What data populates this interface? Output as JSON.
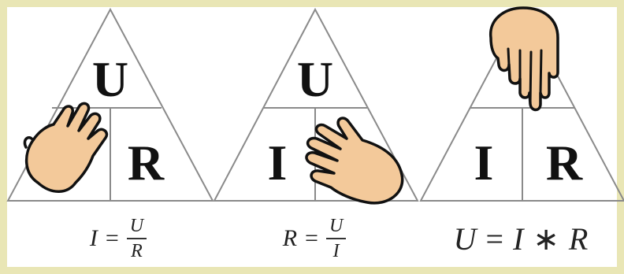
{
  "triangles": [
    {
      "top": "U",
      "left": "",
      "right": "R",
      "covered": "I"
    },
    {
      "top": "U",
      "left": "I",
      "right": "",
      "covered": "R"
    },
    {
      "top": "",
      "left": "I",
      "right": "R",
      "covered": "U"
    }
  ],
  "formulas": {
    "f1": {
      "lhs": "I",
      "eq": "=",
      "num": "U",
      "den": "R"
    },
    "f2": {
      "lhs": "R",
      "eq": "=",
      "num": "U",
      "den": "I"
    },
    "f3": {
      "lhs": "U",
      "eq": "=",
      "a": "I",
      "op": "∗",
      "b": "R"
    }
  },
  "colors": {
    "hand": "#f3c99a",
    "outline": "#111111",
    "line": "#8a8a8a",
    "border": "#e9e6b5"
  },
  "icons": [
    "hand-left-icon",
    "hand-middle-icon",
    "pointing-hand-icon"
  ]
}
